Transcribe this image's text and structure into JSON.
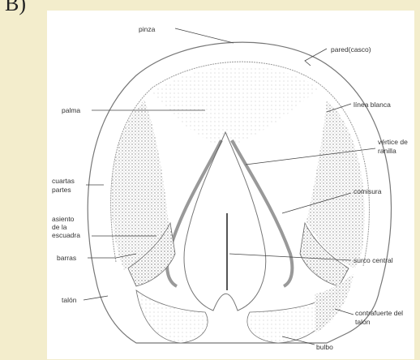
{
  "panel_letter": "B)",
  "labels": {
    "pinza": "pinza",
    "pared": "pared(casco)",
    "palma": "palma",
    "linea_blanca": "línea blanca",
    "vertice_1": "vértice de",
    "vertice_2": "ranilla",
    "cuartas_1": "cuartas",
    "cuartas_2": "partes",
    "comisura": "comisura",
    "asiento_1": "asiento",
    "asiento_2": "de la",
    "asiento_3": "escuadra",
    "barras": "barras",
    "surco": "surco central",
    "talon": "talón",
    "contrafuerte_1": "contrafuerte del",
    "contrafuerte_2": "talón",
    "bulbo": "bulbo"
  }
}
